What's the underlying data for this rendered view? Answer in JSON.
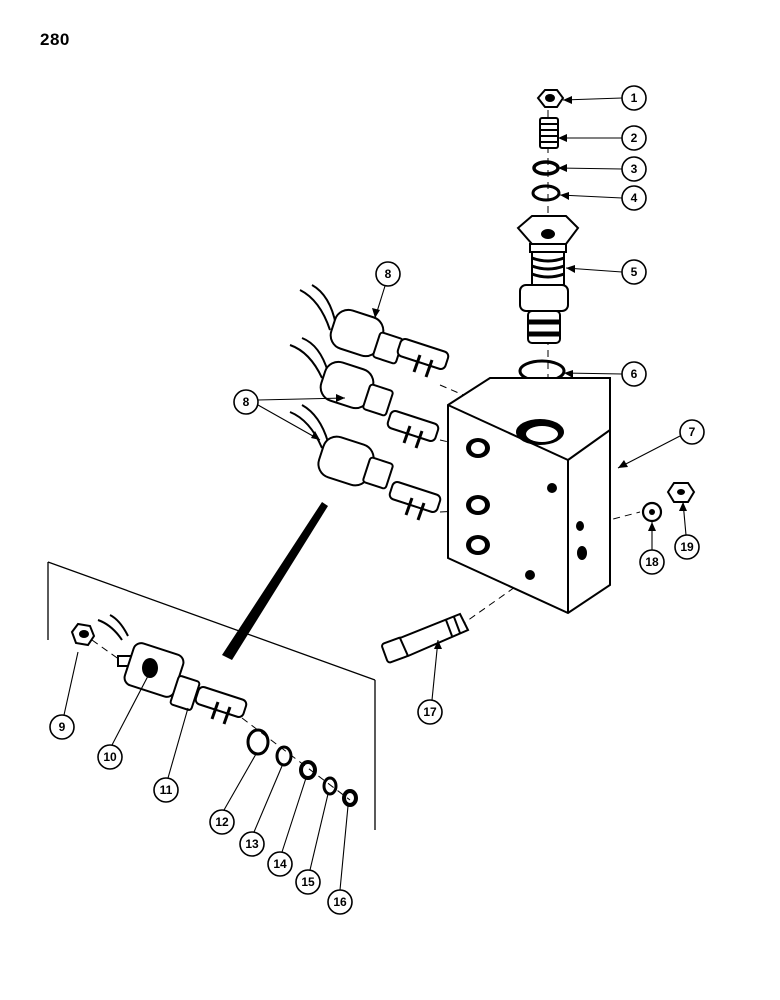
{
  "page": {
    "number": "280"
  },
  "callouts": [
    {
      "id": "1",
      "label": "1"
    },
    {
      "id": "2",
      "label": "2"
    },
    {
      "id": "3",
      "label": "3"
    },
    {
      "id": "4",
      "label": "4"
    },
    {
      "id": "5",
      "label": "5"
    },
    {
      "id": "6",
      "label": "6"
    },
    {
      "id": "7",
      "label": "7"
    },
    {
      "id": "8a",
      "label": "8"
    },
    {
      "id": "8b",
      "label": "8"
    },
    {
      "id": "9",
      "label": "9"
    },
    {
      "id": "10",
      "label": "10"
    },
    {
      "id": "11",
      "label": "11"
    },
    {
      "id": "12",
      "label": "12"
    },
    {
      "id": "13",
      "label": "13"
    },
    {
      "id": "14",
      "label": "14"
    },
    {
      "id": "15",
      "label": "15"
    },
    {
      "id": "16",
      "label": "16"
    },
    {
      "id": "17",
      "label": "17"
    },
    {
      "id": "18",
      "label": "18"
    },
    {
      "id": "19",
      "label": "19"
    }
  ]
}
